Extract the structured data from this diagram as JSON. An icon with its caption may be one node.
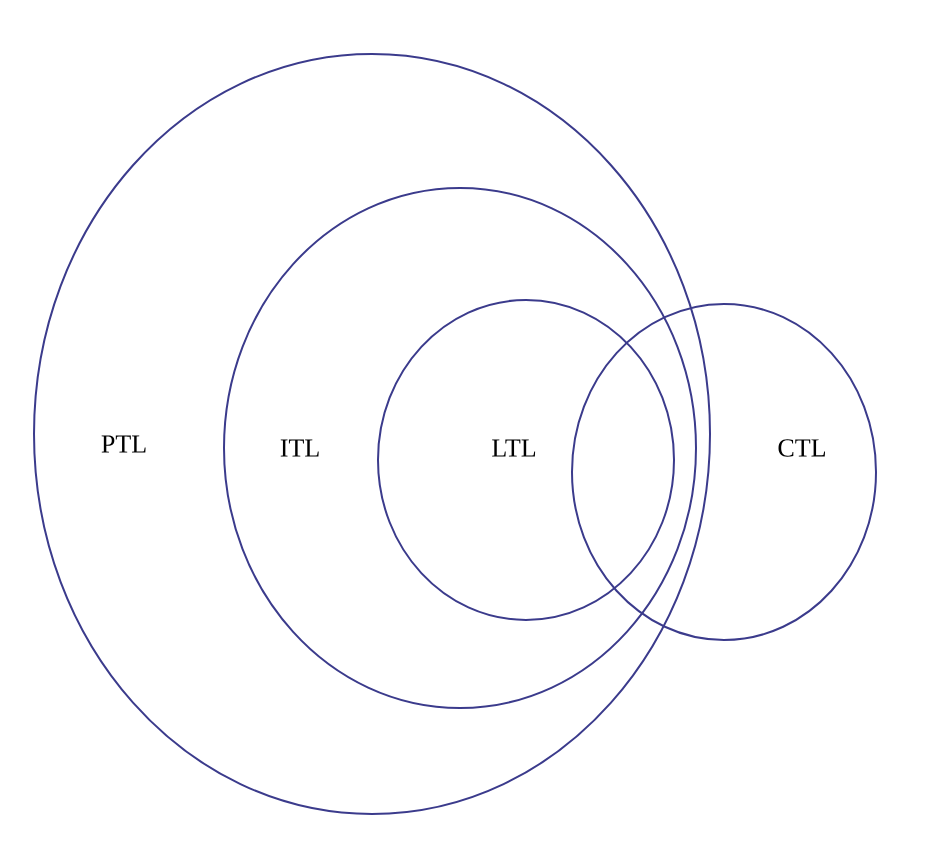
{
  "diagram": {
    "nodes": [
      {
        "text": [
          "PTL"
        ]
      },
      {
        "text": [
          "ITL"
        ],
        "in": 0
      },
      {
        "text": [
          "LTL"
        ],
        "in": 1
      },
      {
        "text": [
          "CTL"
        ]
      }
    ]
  }
}
